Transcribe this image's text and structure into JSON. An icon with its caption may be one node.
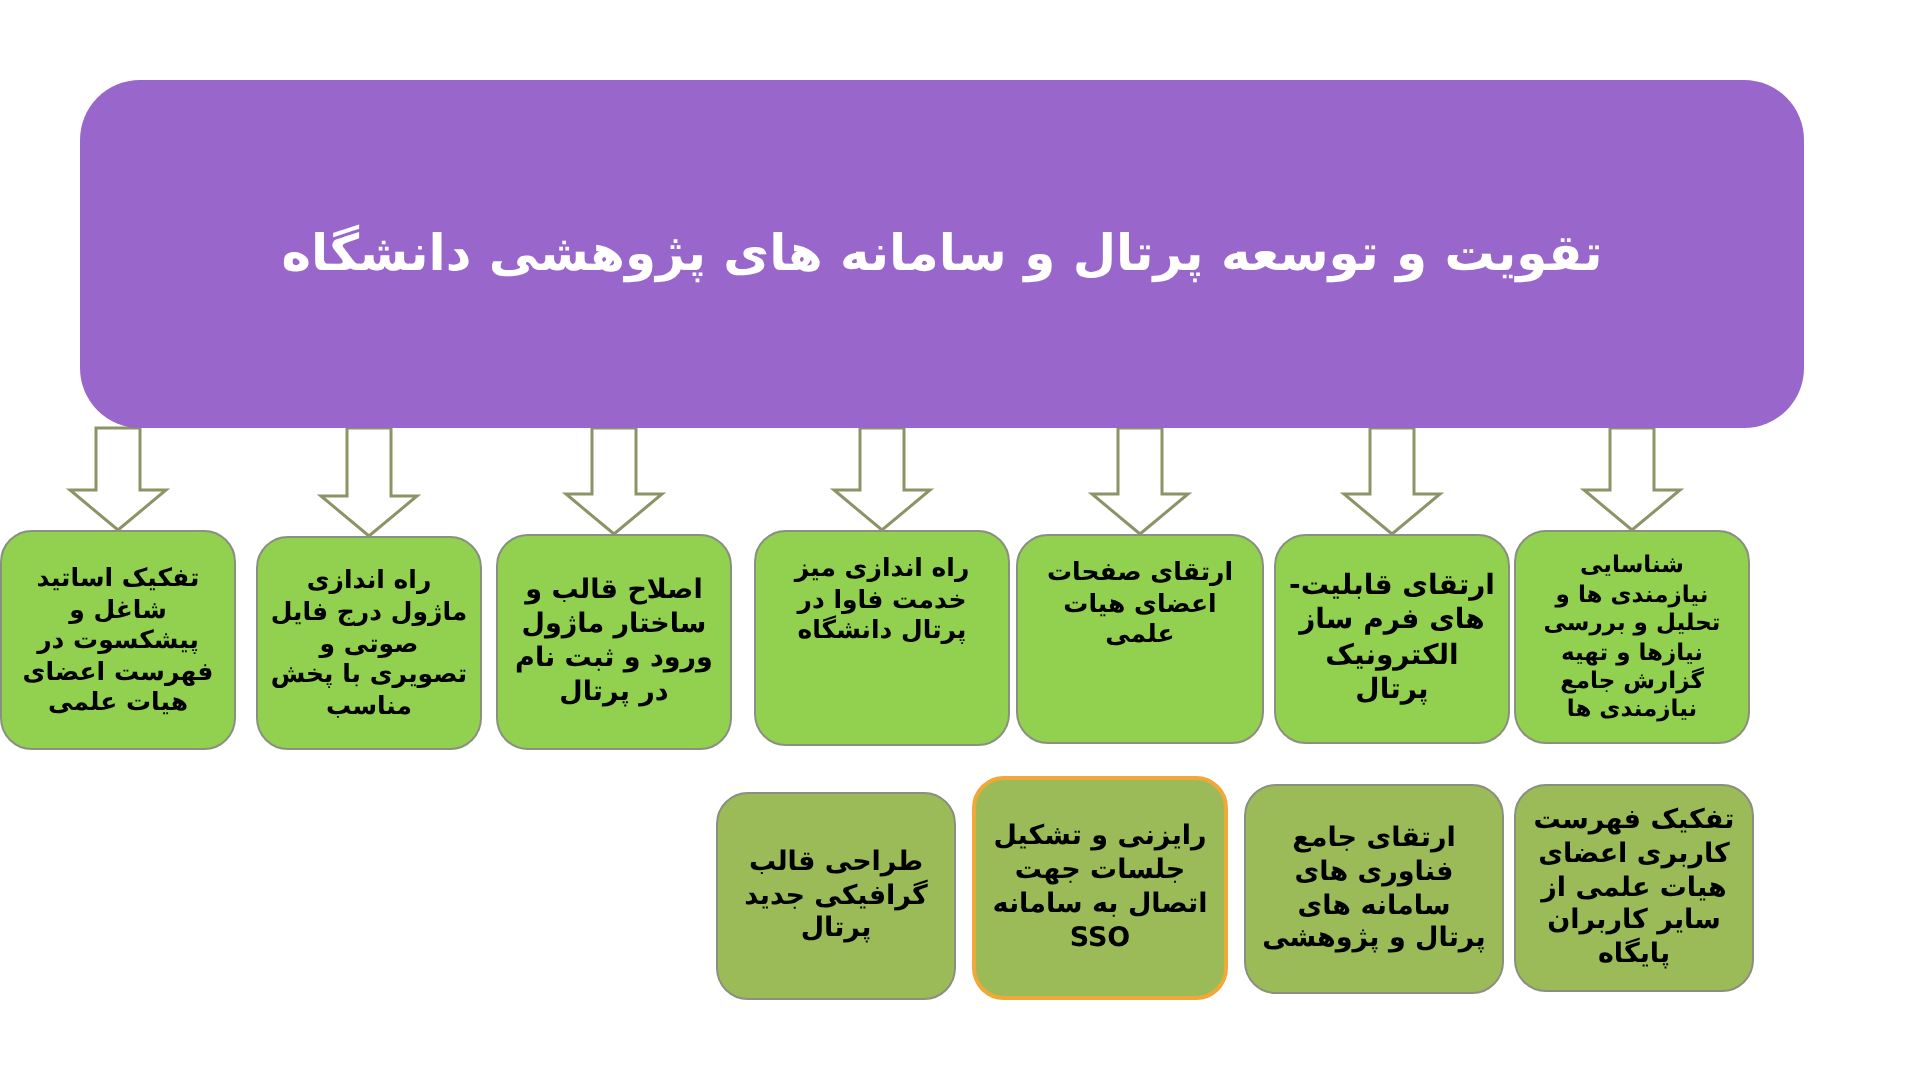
{
  "diagram": {
    "nodes": [
      {
        "text": [
          "تقویت و توسعه پرتال و سامانه های پژوهشی دانشگاه"
        ]
      },
      {
        "text": [
          "شناسایی نیازمندی ها و تحلیل و بررسی نیازها و تهیه گزارش جامع نیازمندی ها"
        ]
      },
      {
        "text": [
          "ارتقای قابلیت-های فرم ساز الکترونیک پرتال"
        ]
      },
      {
        "text": [
          "ارتقای صفحات اعضای هیات علمی"
        ]
      },
      {
        "text": [
          "راه اندازی میز خدمت فاوا در پرتال دانشگاه"
        ]
      },
      {
        "text": [
          "اصلاح قالب و ساختار ماژول ورود و ثبت نام در پرتال"
        ]
      },
      {
        "text": [
          "راه اندازی ماژول درج فایل صوتی و تصویری با پخش مناسب"
        ]
      },
      {
        "text": [
          "تفکیک اساتید شاغل و پیشکسوت در فهرست اعضای هیات علمی"
        ]
      },
      {
        "text": [
          "تفکیک فهرست کاربری اعضای هیات علمی از سایر کاربران پایگاه"
        ]
      },
      {
        "text": [
          "ارتقای جامع فناوری های سامانه های پرتال و پژوهشی"
        ]
      },
      {
        "text": [
          "رایزنی و تشکیل جلسات جهت اتصال به سامانه SSO"
        ]
      },
      {
        "text": [
          "طراحی قالب گرافیکی جدید پرتال"
        ]
      }
    ],
    "edges": [
      {
        "from": 0,
        "to": 1,
        "arrow": "to"
      },
      {
        "from": 0,
        "to": 2,
        "arrow": "to"
      },
      {
        "from": 0,
        "to": 3,
        "arrow": "to"
      },
      {
        "from": 0,
        "to": 4,
        "arrow": "to"
      },
      {
        "from": 0,
        "to": 5,
        "arrow": "to"
      },
      {
        "from": 0,
        "to": 6,
        "arrow": "to"
      },
      {
        "from": 0,
        "to": 7,
        "arrow": "to"
      }
    ]
  }
}
